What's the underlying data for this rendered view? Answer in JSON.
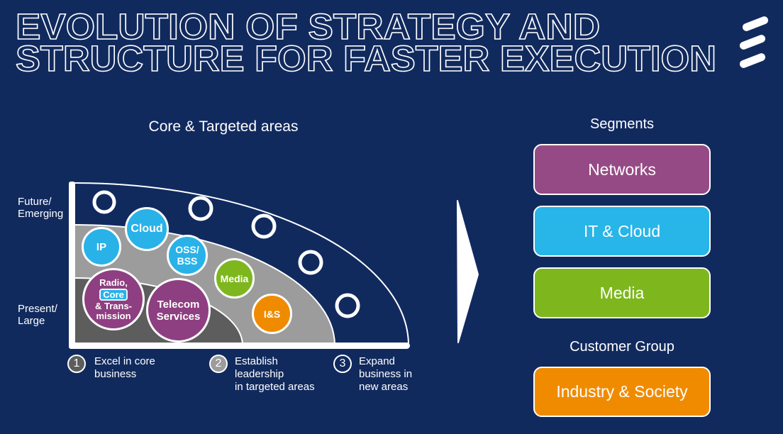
{
  "title": {
    "line1": "EVOLUTION OF STRATEGY AND",
    "line2": "STRUCTURE FOR FASTER EXECUTION"
  },
  "diagram": {
    "heading": "Core & Targeted areas",
    "y_axis_labels": {
      "top": [
        "Future/",
        "Emerging"
      ],
      "bottom": [
        "Present/",
        "Large"
      ]
    },
    "bubbles": {
      "ip": {
        "label": "IP",
        "color": "#29b2e8"
      },
      "cloud": {
        "label": "Cloud",
        "color": "#29b2e8"
      },
      "oss_bss": {
        "lines": [
          "OSS/",
          "BSS"
        ],
        "color": "#29b2e8"
      },
      "media": {
        "label": "Media",
        "color": "#7db71d"
      },
      "radio": {
        "lines": [
          "Radio,",
          "Core",
          "& Trans-",
          "mission"
        ],
        "highlighted_word": "Core",
        "highlight_color": "#29b2e8",
        "color": "#8e3f81"
      },
      "telecom": {
        "lines": [
          "Telecom",
          "Services"
        ],
        "color": "#8e3f81"
      },
      "ias": {
        "label": "I&S",
        "color": "#f08b00"
      }
    },
    "empty_bubble_count": 5,
    "steps": [
      {
        "num": "1",
        "lines": [
          "Excel in core",
          "business"
        ],
        "badge_color": "#5d5d5d"
      },
      {
        "num": "2",
        "lines": [
          "Establish",
          "leadership",
          "in targeted areas"
        ],
        "badge_color": "#9c9c9c"
      },
      {
        "num": "3",
        "lines": [
          "Expand",
          "business in",
          "new areas"
        ],
        "badge_color": "transparent"
      }
    ]
  },
  "segments_panel": {
    "heading": "Segments",
    "items": [
      {
        "label": "Networks",
        "color": "#964a85"
      },
      {
        "label": "IT & Cloud",
        "color": "#28b5e8"
      },
      {
        "label": "Media",
        "color": "#7db71d"
      }
    ],
    "customer_heading": "Customer Group",
    "customer_items": [
      {
        "label": "Industry & Society",
        "color": "#f08b00"
      }
    ]
  },
  "colors": {
    "background": "#112a5e",
    "white": "#ffffff",
    "band_targeted_gray": "#9c9c9c",
    "band_core_dark_gray": "#5d5d5d",
    "blue": "#29b2e8",
    "purple": "#8e3f81",
    "green": "#7db71d",
    "orange": "#f08b00"
  }
}
